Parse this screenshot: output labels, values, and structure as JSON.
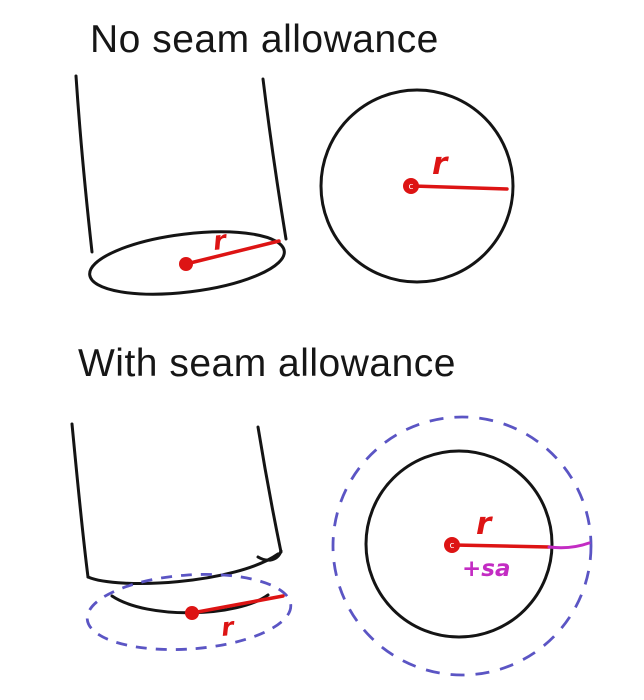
{
  "page": {
    "background": "#ffffff"
  },
  "colors": {
    "ink": "#141414",
    "red": "#dd1414",
    "purple": "#5b55c4",
    "magenta": "#c32cc3",
    "white": "#ffffff"
  },
  "no_sa": {
    "title": "No seam allowance",
    "cylinder_radius_label": "r",
    "circle_radius_label": "r",
    "center_label": "c"
  },
  "with_sa": {
    "title": "With seam allowance",
    "cylinder_radius_label": "r",
    "circle_radius_label": "r",
    "sa_label": "+sa",
    "center_label": "c"
  }
}
